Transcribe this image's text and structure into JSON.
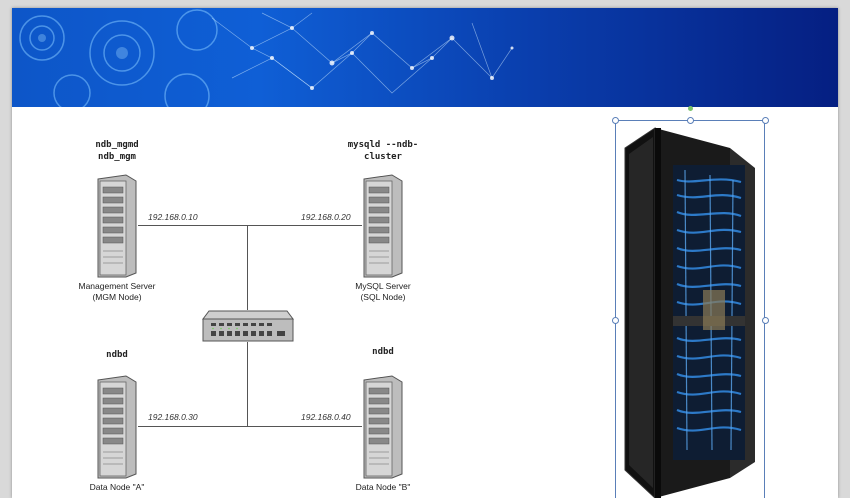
{
  "slide": {
    "diagram": {
      "mgm": {
        "process": "ndb_mgmd\nndb_mgm",
        "caption_line1": "Management Server",
        "caption_line2": "(MGM Node)",
        "ip": "192.168.0.10"
      },
      "sql": {
        "process": "mysqld --ndb-\ncluster",
        "caption_line1": "MySQL Server",
        "caption_line2": "(SQL Node)",
        "ip": "192.168.0.20"
      },
      "data_a": {
        "process": "ndbd",
        "caption_line1": "Data Node \"A\"",
        "ip": "192.168.0.30"
      },
      "data_b": {
        "process": "ndbd",
        "caption_line1": "Data Node \"B\"",
        "ip": "192.168.0.40"
      }
    },
    "image": {
      "selected": true,
      "subject": "server-rack"
    }
  },
  "colors": {
    "banner_left": "#0f5fd6",
    "banner_right": "#051f82",
    "selection": "#5a7fb8",
    "rotate_handle": "#7ac36a"
  }
}
